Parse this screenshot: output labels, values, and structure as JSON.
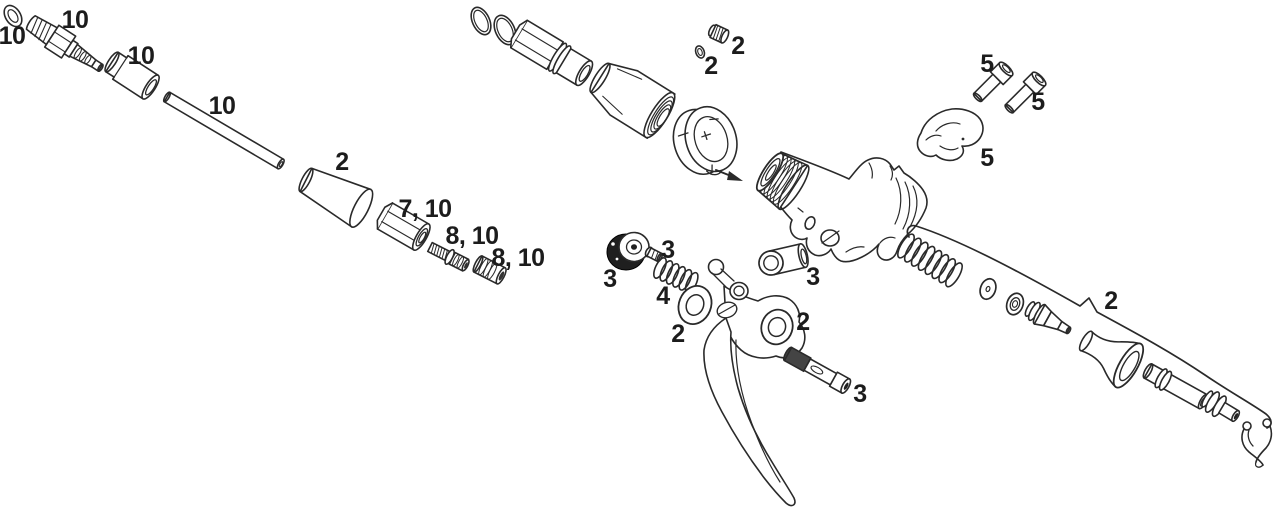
{
  "diagram": {
    "kind": "exploded-parts-diagram",
    "subject": "hydraulic-brake-lever-assembly",
    "background": "#ffffff",
    "line_color": "#2a2a2a",
    "knob_fill": "#1f1f1f",
    "labels": [
      {
        "text": "10",
        "part": "small-o-ring"
      },
      {
        "text": "10",
        "part": "threaded-barb-fitting"
      },
      {
        "text": "10",
        "part": "compression-sleeve"
      },
      {
        "text": "10",
        "part": "hose-tube"
      },
      {
        "text": "2",
        "part": "rubber-boot"
      },
      {
        "text": "7, 10",
        "part": "hex-compression-nut"
      },
      {
        "text": "8, 10",
        "part": "threaded-barb"
      },
      {
        "text": "8, 10",
        "part": "compression-olive"
      },
      {
        "text": "2",
        "part": "bleed-screw"
      },
      {
        "text": "2",
        "part": "bleed-o-ring"
      },
      {
        "text": "5",
        "part": "clamp-bolt-a"
      },
      {
        "text": "5",
        "part": "clamp-bolt-b"
      },
      {
        "text": "5",
        "part": "handlebar-clamp"
      },
      {
        "text": "3",
        "part": "adjuster-set-screw"
      },
      {
        "text": "3",
        "part": "adjuster-knob"
      },
      {
        "text": "4",
        "part": "adjuster-spring"
      },
      {
        "text": "2",
        "part": "pivot-washer-left"
      },
      {
        "text": "3",
        "part": "cam-bushing"
      },
      {
        "text": "2",
        "part": "pivot-washer-right"
      },
      {
        "text": "3",
        "part": "lever-pivot-pin"
      },
      {
        "text": "2",
        "part": "piston-internals-kit"
      }
    ]
  }
}
